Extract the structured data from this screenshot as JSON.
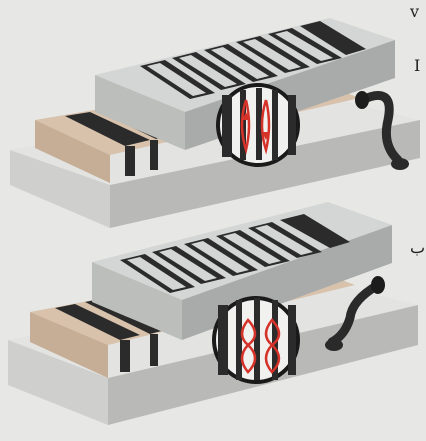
{
  "colors": {
    "background": "#e7e8e5",
    "base_top": "#e3e4e2",
    "base_front": "#cfd0ce",
    "base_side": "#b9bab8",
    "brass_top": "#d8c2ac",
    "brass_front": "#c6ad95",
    "magnet_top": "#d4d6d5",
    "magnet_front": "#bcbebc",
    "slot_dark": "#2b2b2b",
    "flux_red": "#d5332a",
    "handle": "#2a2a2a"
  },
  "edge_glyphs": {
    "top": "v",
    "upper": "I",
    "lower": "ب"
  },
  "figures": [
    {
      "name": "chuck-on",
      "flux_loops": 2
    },
    {
      "name": "chuck-off",
      "flux_loops": 2
    }
  ]
}
